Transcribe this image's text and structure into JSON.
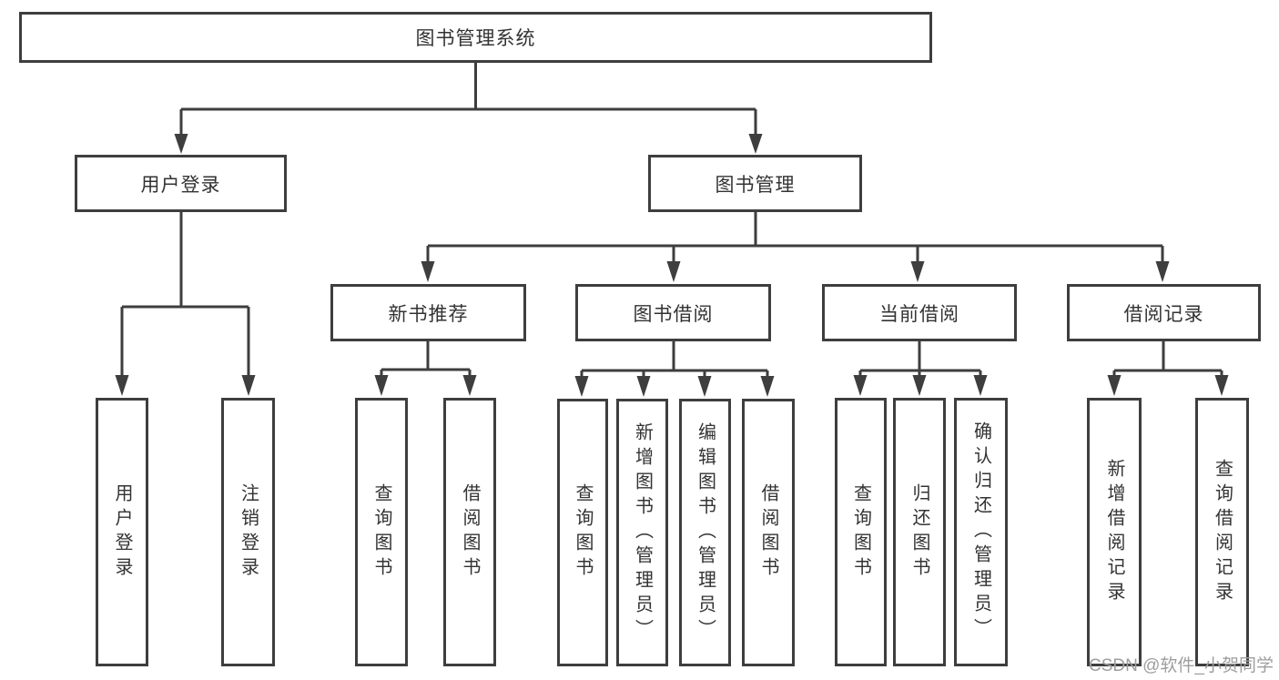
{
  "tree": {
    "label": "图书管理系统",
    "children": [
      {
        "label": "用户登录",
        "children": [
          {
            "label": "用户登录"
          },
          {
            "label": "注销登录"
          }
        ]
      },
      {
        "label": "图书管理",
        "children": [
          {
            "label": "新书推荐",
            "children": [
              {
                "label": "查询图书"
              },
              {
                "label": "借阅图书"
              }
            ]
          },
          {
            "label": "图书借阅",
            "children": [
              {
                "label": "查询图书"
              },
              {
                "label": "新增图书（管理员）"
              },
              {
                "label": "编辑图书（管理员）"
              },
              {
                "label": "借阅图书"
              }
            ]
          },
          {
            "label": "当前借阅",
            "children": [
              {
                "label": "查询图书"
              },
              {
                "label": "归还图书"
              },
              {
                "label": "确认归还（管理员）"
              }
            ]
          },
          {
            "label": "借阅记录",
            "children": [
              {
                "label": "新增借阅记录"
              },
              {
                "label": "查询借阅记录"
              }
            ]
          }
        ]
      }
    ]
  },
  "watermark": {
    "text": "CSDN @软件_小贺同学"
  },
  "colors": {
    "line": "#3e3e3e",
    "text": "#333333",
    "background": "#ffffff",
    "watermark": "#9e9e9e"
  }
}
